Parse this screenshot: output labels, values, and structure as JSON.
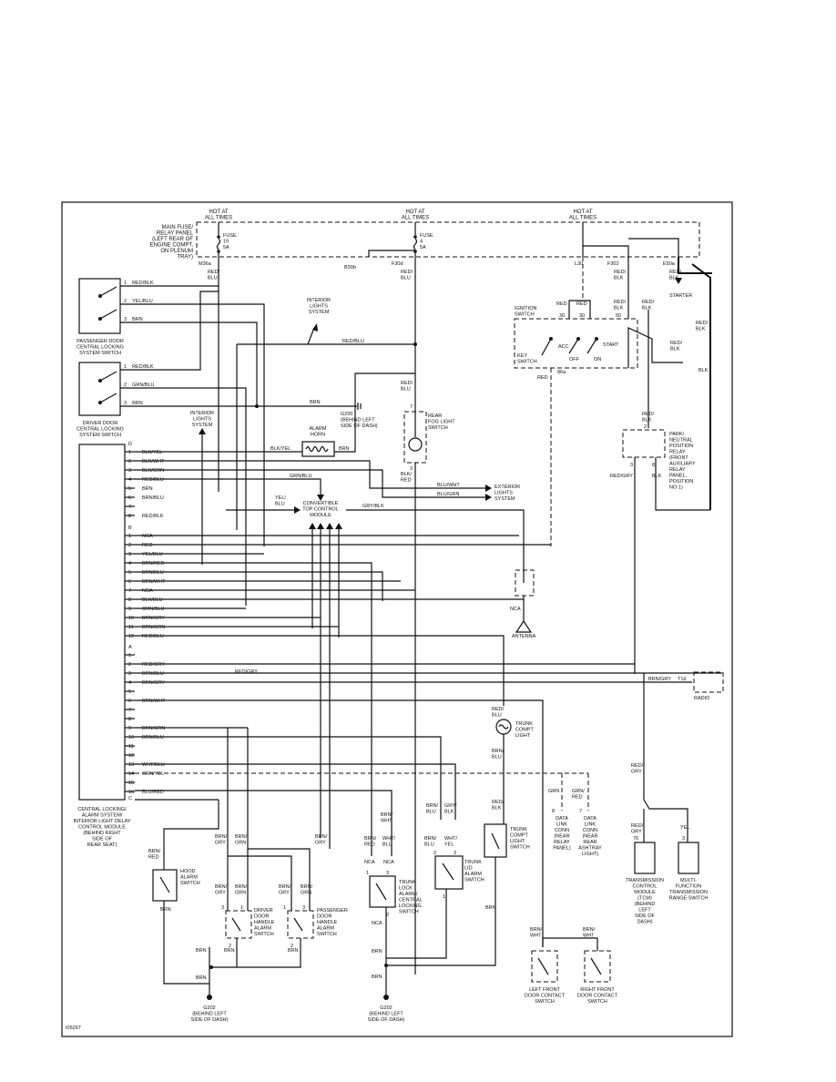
{
  "figure_id": "I05267",
  "power": {
    "hot1": "HOT AT\nALL TIMES",
    "hot2": "HOT AT\nALL TIMES",
    "hot3": "HOT AT\nALL TIMES",
    "fuse_panel": "MAIN FUSE/\nRELAY PANEL\n(LEFT REAR OF\nENGINE COMPT,\nON PLENUM\nTRAY)",
    "fuse1": "FUSE\n19\n5A",
    "fuse2": "FUSE\n4\n5A",
    "m36": "M36a",
    "f30d": "F30d",
    "b30b": "B30b",
    "l30": "L30",
    "f302": "F302",
    "e50a": "E50a",
    "starter": "STARTER"
  },
  "components": {
    "pass_door_lock_switch": "PASSENGER DOOR\nCENTRAL LOCKING\nSYSTEM SWITCH",
    "driver_door_lock_switch": "DRIVER DOOR\nCENTRAL LOCKING\nSYSTEM SWITCH",
    "interior_lights_1": "INTERIOR\nLIGHTS\nSYSTEM",
    "interior_lights_2": "INTERIOR\nLIGHTS\nSYSTEM",
    "g200": "G200\n(BEHIND LEFT\nSIDE OF DASH)",
    "alarm_horn": "ALARM\nHORN",
    "rear_fog_switch": "REAR\nFOG LIGHT\nSWITCH",
    "ignition_switch": "IGNITION\nSWITCH",
    "key_switch": "KEY\nSWITCH",
    "ign_positions": [
      "ACC",
      "OFF",
      "ON",
      "START"
    ],
    "park_neutral": "PARK/\nNEUTRAL\nPOSITION\nRELAY\n(FRONT\nAUXILIARY\nRELAY\nPANEL,\nPOSITION\nNO 1)",
    "exterior_lights": "EXTERIOR\nLIGHTS\nSYSTEM",
    "convertible_module": "CONVERTIBLE\nTOP CONTROL\nMODULE",
    "antenna": "ANTENNA",
    "radio": "RADIO",
    "trunk_compt_light": "TRUNK\nCOMPT\nLIGHT",
    "trunk_light_switch": "TRUNK\nCOMPT\nLIGHT\nSWITCH",
    "data_link_near_relay": "DATA\nLINK\nCONN\n(NEAR\nRELAY\nPANEL)",
    "data_link_near_ashtray": "DATA\nLINK\nCONN\n(NEAR\nREAR\nASHTRAY\nLIGHT)",
    "tcm": "TRANSMISSION\nCONTROL\nMODULE\n(TCM)\n(BEHIND\nLEFT\nSIDE OF\nDASH)",
    "mf_range_switch": "MULTI-\nFUNCTION\nTRANSMISSION\nRANGE SWITCH",
    "control_module": "CENTRAL LOCKING/\nALARM SYSTEM/\nINTERIOR LIGHT DELAY\nCONTROL MODULE\n(BEHIND RIGHT\nSIDE OF\nREAR SEAT)",
    "hood_alarm_switch": "HOOD\nALARM\nSWITCH",
    "driver_handle_switch": "DRIVER\nDOOR\nHANDLE\nALARM\nSWITCH",
    "pass_handle_switch": "PASSENGER\nDOOR\nHANDLE\nALARM\nSWITCH",
    "trunk_lock_switch": "TRUNK\nLOCK\nALARM/\nCENTRAL\nLOCKING\nSWITCH",
    "trunk_lid_switch": "TRUNK\nLID\nALARM\nSWITCH",
    "g202_left": "G202\n(BEHIND LEFT\nSIDE OF DASH)",
    "g202_right": "G202\n(BEHIND LEFT\nSIDE OF DASH)",
    "lf_door_switch": "LEFT FRONT\nDOOR CONTACT\nSWITCH",
    "rf_door_switch": "RIGHT FRONT\nDOOR CONTACT\nSWITCH"
  },
  "connector_d": {
    "letter": "D",
    "pins": [
      {
        "n": "1",
        "wire": "BLK/YEL"
      },
      {
        "n": "2",
        "wire": "BLK/WHT"
      },
      {
        "n": "3",
        "wire": "BLK/GRN"
      },
      {
        "n": "4",
        "wire": "RED/BLU"
      },
      {
        "n": "5",
        "wire": "BRN"
      },
      {
        "n": "6",
        "wire": "BRN/BLU"
      },
      {
        "n": "7",
        "wire": ""
      },
      {
        "n": "8",
        "wire": "RED/BLK"
      }
    ]
  },
  "connector_b": {
    "letter": "B",
    "pins": [
      {
        "n": "1",
        "wire": "NCA"
      },
      {
        "n": "2",
        "wire": "RED"
      },
      {
        "n": "3",
        "wire": "YEL/BLU"
      },
      {
        "n": "4",
        "wire": "BRN/RED"
      },
      {
        "n": "5",
        "wire": "BRN/BLU"
      },
      {
        "n": "6",
        "wire": "BRN/WHT"
      },
      {
        "n": "7",
        "wire": "NCA"
      },
      {
        "n": "8",
        "wire": "BLK/BLU"
      },
      {
        "n": "9",
        "wire": "GRN/BLU"
      },
      {
        "n": "10",
        "wire": "BRN/GRY"
      },
      {
        "n": "11",
        "wire": "BRN/GRN"
      },
      {
        "n": "12",
        "wire": "RED/BLU"
      }
    ]
  },
  "connector_a": {
    "letter": "A",
    "pins": [
      {
        "n": "1",
        "wire": ""
      },
      {
        "n": "2",
        "wire": "RED/GRY"
      },
      {
        "n": "3",
        "wire": "BRN/BLU"
      },
      {
        "n": "4",
        "wire": "BRN/GRY"
      },
      {
        "n": "5",
        "wire": ""
      },
      {
        "n": "6",
        "wire": "BRN/WHT"
      },
      {
        "n": "7",
        "wire": ""
      },
      {
        "n": "8",
        "wire": ""
      },
      {
        "n": "9",
        "wire": "BRN/GRN"
      },
      {
        "n": "10",
        "wire": "BRN/BLU"
      },
      {
        "n": "11",
        "wire": ""
      },
      {
        "n": "12",
        "wire": ""
      },
      {
        "n": "13",
        "wire": "WHT/BLU"
      },
      {
        "n": "14",
        "wire": "GRN/YEL"
      },
      {
        "n": "15",
        "wire": ""
      },
      {
        "n": "16",
        "wire": "BLU/RED"
      }
    ]
  },
  "connector_c": {
    "letter": "C"
  },
  "switch_pins": {
    "pass_sw": [
      {
        "n": "1",
        "wire": "RED/BLK"
      },
      {
        "n": "2",
        "wire": "YEL/BLU"
      },
      {
        "n": "3",
        "wire": "BRN"
      }
    ],
    "drv_sw": [
      {
        "n": "1",
        "wire": "RED/BLK"
      },
      {
        "n": "2",
        "wire": "GRN/BLU"
      },
      {
        "n": "3",
        "wire": "BRN"
      }
    ]
  },
  "wires": {
    "red_blu": "RED/\nBLU",
    "red_blu_h": "RED/BLU",
    "brn": "BRN",
    "blk_yel": "BLK/YEL",
    "grn_blu": "GRN/BLU",
    "yel_blu": "YEL/\nBLU",
    "blu_wht": "BLU/WHT",
    "blu_grn": "BLU/GRN",
    "gry_blk": "GRY/BLK",
    "red_gry": "RED/GRY",
    "brn_gry": "BRN/GRY",
    "t1d": "T1d",
    "red": "RED",
    "red_blk": "RED/\nBLK",
    "blk": "BLK",
    "blk_red": "BLK/\nRED",
    "nca": "NCA",
    "grn": "GRN",
    "grn_red": "GRN/\nRED",
    "yel": "YEL",
    "red_gry_v": "RED/\nGRY",
    "brn_red": "BRN/\nRED",
    "brn_gry_v": "BRN/\nGRY",
    "brn_grn_v": "BRN/\nGRN",
    "brn_wht": "BRN/\nWHT",
    "brn_blu_v": "BRN/\nBLU",
    "gry_blk_v": "GRY/\nBLK",
    "wht_yel": "WHT/\nYEL",
    "wht_blu_v": "WHT/\nBLU",
    "brn_nca": "BRN",
    "s30": "30",
    "s50": "50",
    "s8": "8",
    "s2": "2",
    "s6": "6",
    "s76": "76",
    "s3": "3",
    "s1": "1",
    "s7": "7",
    "s5": "5",
    "s4": "4",
    "s2b": "2",
    "s1b": "1",
    "s3b": "3",
    "s86a": "86a"
  }
}
